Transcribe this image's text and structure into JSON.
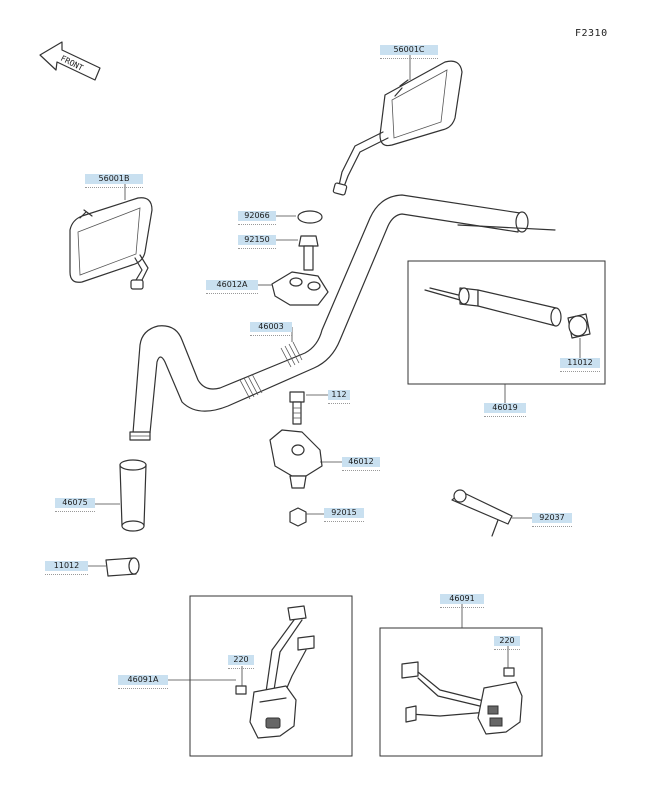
{
  "figure_code": "F2310",
  "front_label": "FRONT",
  "parts": {
    "mirror_right": "56001C",
    "mirror_left": "56001B",
    "cap_92066": "92066",
    "nut_92150": "92150",
    "holder_upper": "46012A",
    "handlebar": "46003",
    "bolt_112": "112",
    "holder_lower": "46012",
    "nut_92015": "92015",
    "grip_left": "46075",
    "end_cap_left": "11012",
    "grip_assy_right": "46019",
    "end_cap_right": "11012",
    "wrench_92037": "92037",
    "switch_left": "46091A",
    "screw_left": "220",
    "switch_right": "46091",
    "screw_right": "220"
  }
}
